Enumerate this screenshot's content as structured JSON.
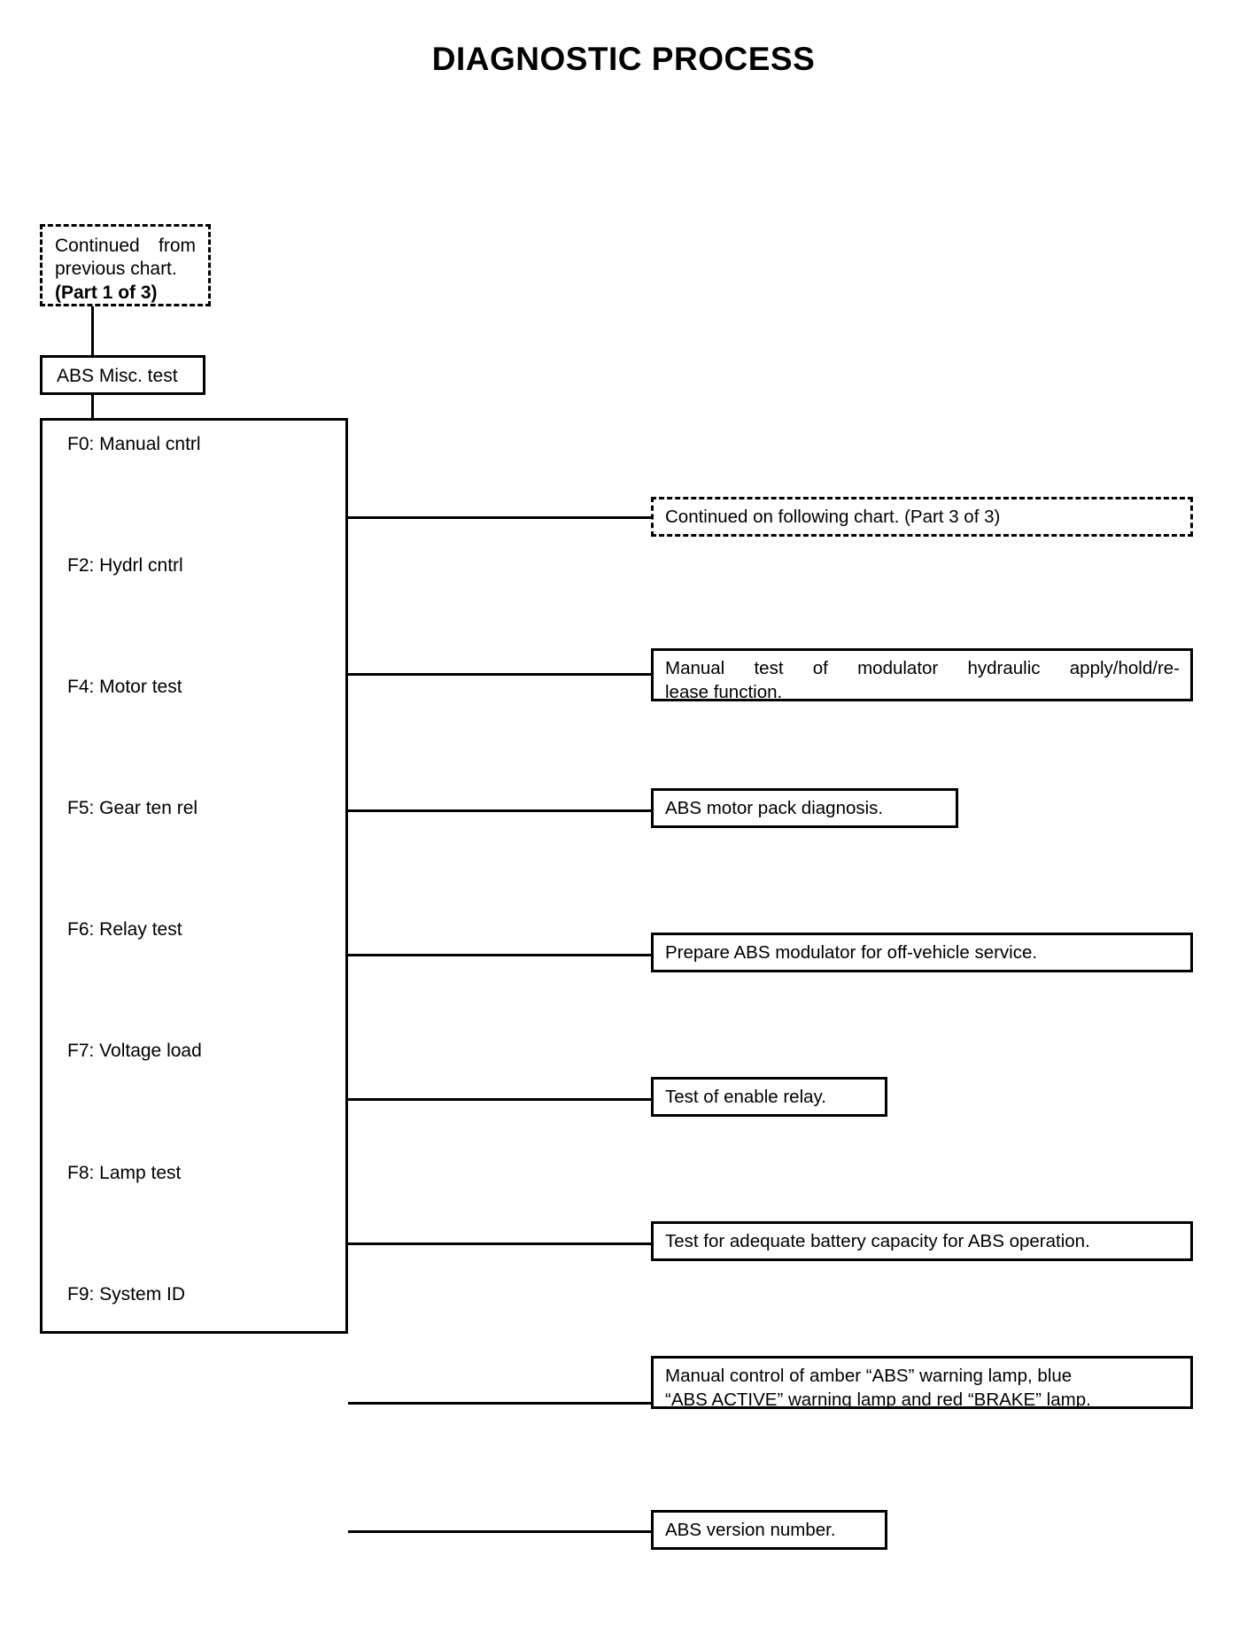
{
  "page": {
    "title": "DIAGNOSTIC PROCESS"
  },
  "continued_from": {
    "line1": "Continued from",
    "line2": "previous chart.",
    "line3": "(Part 1 of 3)"
  },
  "root_node": {
    "label": "ABS Misc. test"
  },
  "continued_to": {
    "text": "Continued on following chart.  (Part 3 of 3)"
  },
  "menu_items": [
    {
      "label": "F0: Manual cntrl"
    },
    {
      "label": "F2: Hydrl cntrl"
    },
    {
      "label": "F4: Motor test"
    },
    {
      "label": "F5: Gear ten rel"
    },
    {
      "label": "F6: Relay test"
    },
    {
      "label": "F7: Voltage load"
    },
    {
      "label": "F8: Lamp test"
    },
    {
      "label": "F9: System ID"
    }
  ],
  "descriptions": [
    {
      "for": "F2: Hydrl cntrl",
      "line1": "Manual test of modulator hydraulic apply/hold/re-",
      "line2": "lease function."
    },
    {
      "for": "F4: Motor test",
      "line1": "ABS motor pack diagnosis."
    },
    {
      "for": "F5: Gear ten rel",
      "line1": "Prepare ABS modulator for off-vehicle service."
    },
    {
      "for": "F6: Relay test",
      "line1": "Test of enable relay."
    },
    {
      "for": "F7: Voltage load",
      "line1": "Test for adequate battery capacity for ABS operation."
    },
    {
      "for": "F8: Lamp test",
      "line1": "Manual control of amber “ABS” warning lamp, blue",
      "line2": "“ABS ACTIVE” warning lamp and red “BRAKE” lamp."
    },
    {
      "for": "F9: System ID",
      "line1": "ABS version number."
    }
  ],
  "colors": {
    "ink": "#000000",
    "paper": "#ffffff"
  }
}
